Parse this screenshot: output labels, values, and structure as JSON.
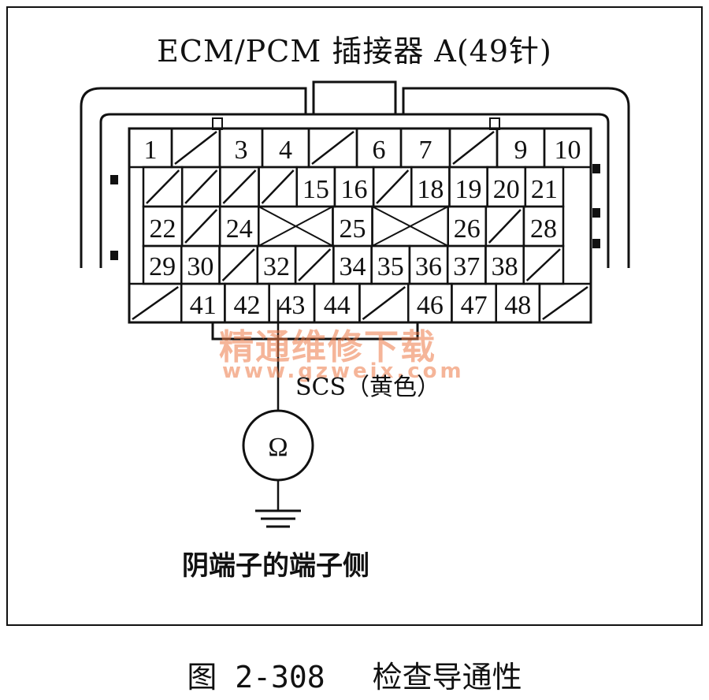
{
  "title": "ECM/PCM 插接器 A(49针)",
  "connector": {
    "rows": [
      [
        "1",
        "",
        "3",
        "4",
        "",
        "6",
        "7",
        "",
        "9",
        "10"
      ],
      [
        "",
        "",
        "",
        "",
        "15",
        "16",
        "",
        "18",
        "19",
        "20",
        "21"
      ],
      [
        "22",
        "",
        "24",
        "X",
        "25",
        "X",
        "26",
        "",
        "28"
      ],
      [
        "29",
        "30",
        "",
        "32",
        "",
        "34",
        "35",
        "36",
        "37",
        "38",
        ""
      ],
      [
        "",
        "41",
        "42",
        "43",
        "44",
        "",
        "46",
        "47",
        "48",
        ""
      ]
    ]
  },
  "wire_label": "SCS（黄色）",
  "meter_symbol": "Ω",
  "side_label": "阴端子的端子侧",
  "watermark": {
    "line1": "精通维修下载",
    "line2": "www.gzweix.com"
  },
  "caption": {
    "number": "图 2-308",
    "text": "检查导通性"
  }
}
